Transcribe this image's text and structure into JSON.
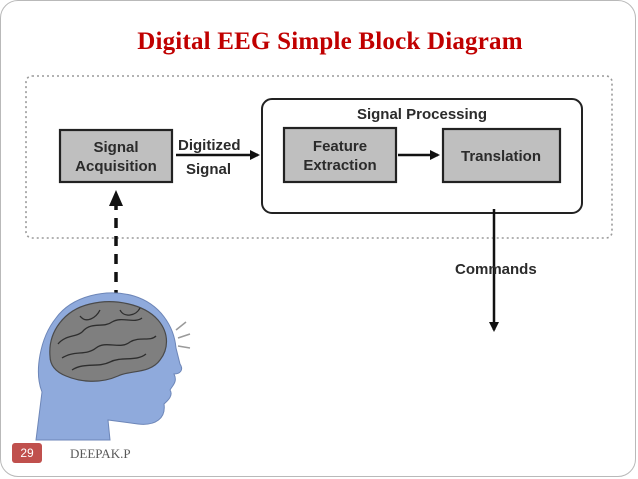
{
  "slide": {
    "title": "Digital EEG Simple Block Diagram",
    "slide_number": "29",
    "author": "DEEPAK.P"
  },
  "diagram": {
    "acquisition_block": {
      "line1": "Signal",
      "line2": "Acquisition"
    },
    "digitized_label": {
      "line1": "Digitized",
      "line2": "Signal"
    },
    "processing_group": {
      "label": "Signal Processing"
    },
    "feature_block": {
      "line1": "Feature",
      "line2": "Extraction"
    },
    "translation_block": {
      "label": "Translation"
    },
    "commands_label": "Commands",
    "colors": {
      "block_fill": "#bfbfbf",
      "head_fill": "#8faadc",
      "brain_fill": "#7f7f7f",
      "title_red": "#c00000",
      "badge_red": "#c0504d"
    },
    "icons": [
      "human-head-icon",
      "brain-icon",
      "eeg-signal-rays-icon"
    ]
  }
}
